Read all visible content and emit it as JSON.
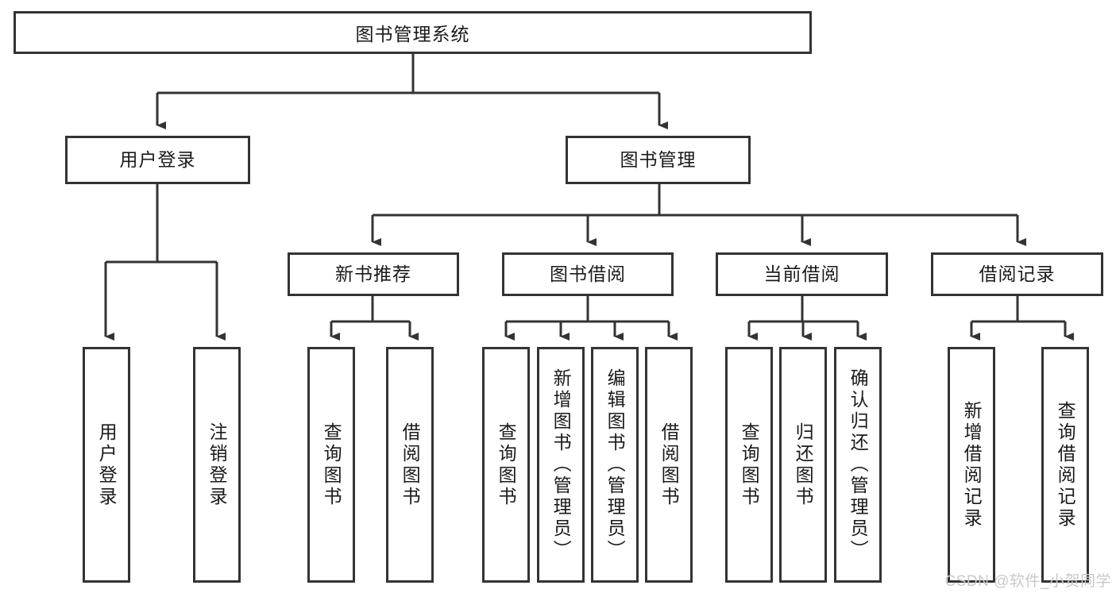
{
  "diagram": {
    "title": "图书管理系统",
    "type": "tree-hierarchy-chart",
    "root": {
      "id": "root",
      "label": "图书管理系统"
    },
    "level2": [
      {
        "id": "user-login",
        "label": "用户登录"
      },
      {
        "id": "book-management",
        "label": "图书管理"
      }
    ],
    "level3": [
      {
        "id": "new-book-recommend",
        "label": "新书推荐",
        "parent": "book-management"
      },
      {
        "id": "book-borrow",
        "label": "图书借阅",
        "parent": "book-management"
      },
      {
        "id": "current-borrow",
        "label": "当前借阅",
        "parent": "book-management"
      },
      {
        "id": "borrow-record",
        "label": "借阅记录",
        "parent": "book-management"
      }
    ],
    "leaves": {
      "user-login": [
        {
          "id": "leaf-user-login",
          "label": "用户登录"
        },
        {
          "id": "leaf-user-logout",
          "label": "注销登录"
        }
      ],
      "new-book-recommend": [
        {
          "id": "leaf-query-book-1",
          "label": "查询图书"
        },
        {
          "id": "leaf-borrow-book-1",
          "label": "借阅图书"
        }
      ],
      "book-borrow": [
        {
          "id": "leaf-query-book-2",
          "label": "查询图书"
        },
        {
          "id": "leaf-add-book",
          "label": "新增图书（管理员）"
        },
        {
          "id": "leaf-edit-book",
          "label": "编辑图书（管理员）"
        },
        {
          "id": "leaf-borrow-book-2",
          "label": "借阅图书"
        }
      ],
      "current-borrow": [
        {
          "id": "leaf-query-book-3",
          "label": "查询图书"
        },
        {
          "id": "leaf-return-book",
          "label": "归还图书"
        },
        {
          "id": "leaf-confirm-return",
          "label": "确认归还（管理员）"
        }
      ],
      "borrow-record": [
        {
          "id": "leaf-add-record",
          "label": "新增借阅记录"
        },
        {
          "id": "leaf-query-record",
          "label": "查询借阅记录"
        }
      ]
    }
  },
  "watermark": {
    "text": "CSDN @软件_小贺同学"
  },
  "colors": {
    "border": "#333333",
    "fill": "#ffffff",
    "text": "#1a1a1a",
    "watermark": "#c9c9c9"
  }
}
